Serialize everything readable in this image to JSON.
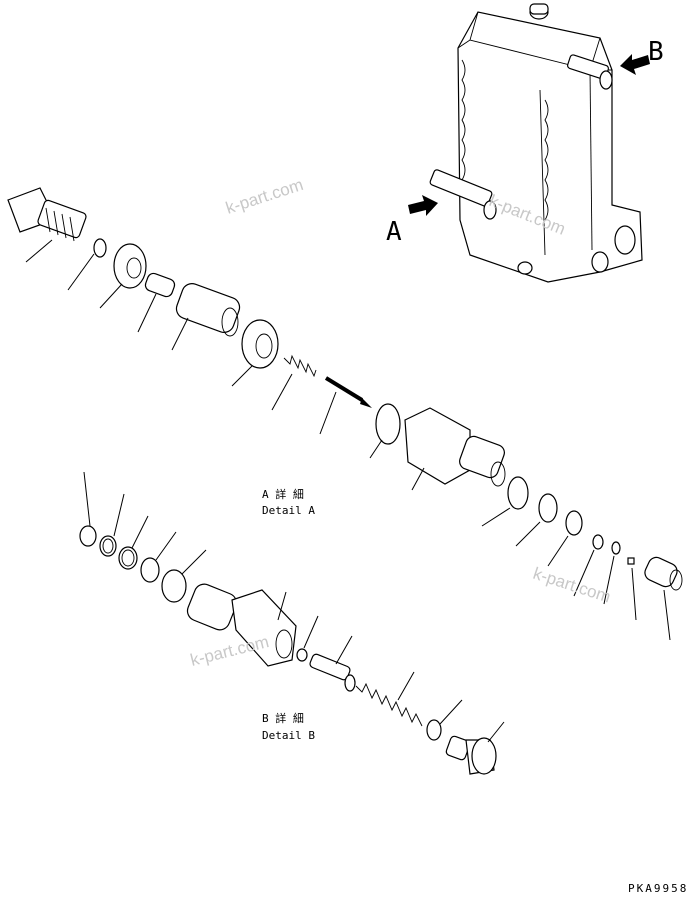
{
  "labels": {
    "view_a": "A",
    "view_b": "B",
    "detail_a_jp": "A 詳 細",
    "detail_a_en": "Detail A",
    "detail_b_jp": "B 詳 細",
    "detail_b_en": "Detail B",
    "drawing_code": "PKA9958"
  },
  "watermarks": [
    "k-part.com",
    "k-part.com",
    "k-part.com",
    "k-part.com"
  ],
  "colors": {
    "line": "#000000",
    "watermark": "#c8c8c8",
    "background": "#ffffff"
  }
}
